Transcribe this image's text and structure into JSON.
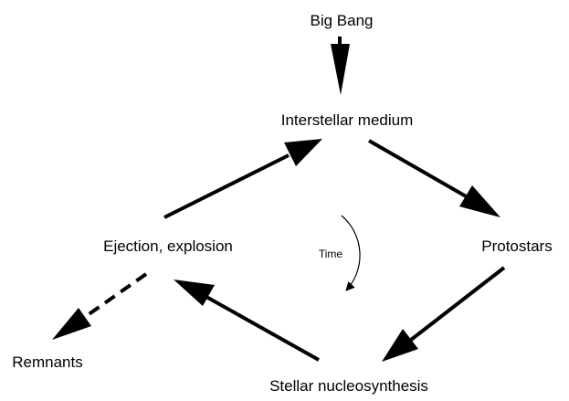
{
  "nodes": {
    "big_bang": "Big Bang",
    "interstellar_medium": "Interstellar medium",
    "protostars": "Protostars",
    "stellar_nucleosynthesis": "Stellar nucleosynthesis",
    "ejection_explosion": "Ejection, explosion",
    "remnants": "Remnants"
  },
  "cycle": {
    "label": "Time",
    "direction": "clockwise"
  },
  "colors": {
    "ink": "#000000",
    "background": "#ffffff"
  }
}
